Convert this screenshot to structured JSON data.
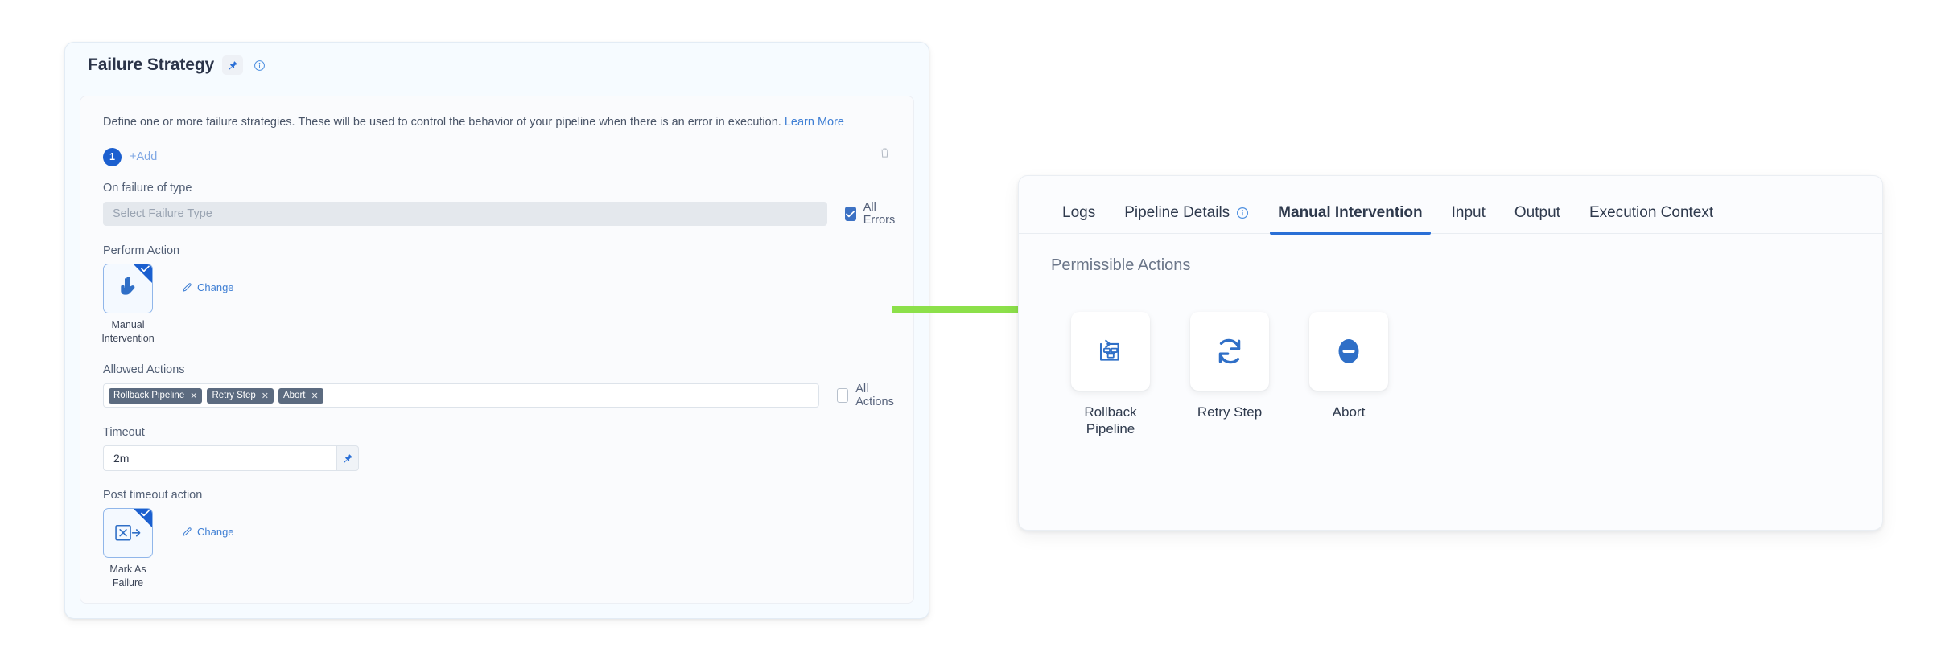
{
  "left_panel": {
    "title": "Failure Strategy",
    "pin_icon": "pin-icon",
    "info_icon": "info-icon",
    "description": "Define one or more failure strategies. These will be used to control the behavior of your pipeline when there is an error in execution.",
    "learn_more": "Learn More",
    "strategy_index": "1",
    "add_label": "+Add",
    "delete_icon": "trash-icon",
    "on_failure_label": "On failure of type",
    "failure_type_placeholder": "Select Failure Type",
    "all_errors_label": "All Errors",
    "all_errors_checked": true,
    "perform_action_label": "Perform Action",
    "perform_action": {
      "icon": "manual-intervention-hand-icon",
      "caption": "Manual Intervention",
      "selected": true,
      "change_label": "Change"
    },
    "allowed_actions_label": "Allowed Actions",
    "allowed_actions_chips": [
      "Rollback Pipeline",
      "Retry Step",
      "Abort"
    ],
    "all_actions_label": "All Actions",
    "all_actions_checked": false,
    "timeout_label": "Timeout",
    "timeout_value": "2m",
    "timeout_pin_icon": "pin-icon",
    "post_timeout_label": "Post timeout action",
    "post_timeout_action": {
      "icon": "mark-as-failure-icon",
      "caption": "Mark As Failure",
      "selected": true,
      "change_label": "Change"
    }
  },
  "arrow": {
    "name": "green-right-arrow",
    "color": "#8ce04a"
  },
  "right_panel": {
    "tabs": [
      {
        "label": "Logs",
        "active": false,
        "has_info": false
      },
      {
        "label": "Pipeline Details",
        "active": false,
        "has_info": true
      },
      {
        "label": "Manual Intervention",
        "active": true,
        "has_info": false
      },
      {
        "label": "Input",
        "active": false,
        "has_info": false
      },
      {
        "label": "Output",
        "active": false,
        "has_info": false
      },
      {
        "label": "Execution Context",
        "active": false,
        "has_info": false
      }
    ],
    "section_title": "Permissible Actions",
    "actions": [
      {
        "label": "Rollback Pipeline",
        "icon": "rollback-pipeline-icon"
      },
      {
        "label": "Retry Step",
        "icon": "retry-refresh-icon"
      },
      {
        "label": "Abort",
        "icon": "abort-minus-circle-icon"
      }
    ]
  },
  "colors": {
    "accent_blue": "#2a6fd6",
    "icon_blue": "#3d72c4",
    "chip_gray": "#5c6b80",
    "arrow_green": "#8ce04a"
  }
}
